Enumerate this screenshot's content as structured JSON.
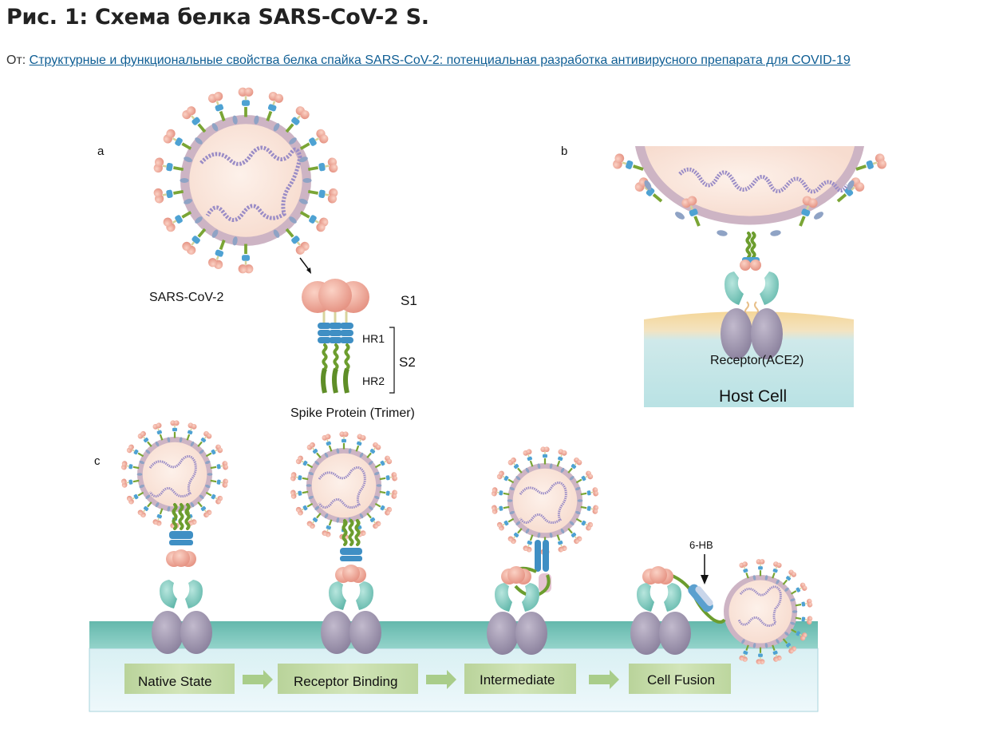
{
  "header": {
    "title": "Рис. 1: Схема белка SARS-CoV-2 S.",
    "source_prefix": "От:",
    "source_link": "Структурные и функциональные свойства белка спайка SARS-CoV-2: потенциальная разработка антивирусного препарата для COVID-19"
  },
  "figure": {
    "panel_a": {
      "label": "a",
      "virus_label": "SARS-CoV-2",
      "s1_label": "S1",
      "s2_label": "S2",
      "hr1_label": "HR1",
      "hr2_label": "HR2",
      "spike_label": "Spike Protein (Trimer)"
    },
    "panel_b": {
      "label": "b",
      "receptor_label": "Receptor(ACE2)",
      "host_label": "Host Cell"
    },
    "panel_c": {
      "label": "c",
      "hb_label": "6-HB",
      "stages": [
        "Native State",
        "Receptor Binding",
        "Intermediate",
        "Cell Fusion"
      ]
    }
  },
  "colors": {
    "membrane": "#c9b3c2",
    "capsid": "#fbe6dc",
    "rna": "#8f8ec4",
    "s1_head": "#eda394",
    "hr1": "#3f8fc4",
    "hr2": "#6b9a2b",
    "ace2_top": "#7fcbc0",
    "ace2_base": "#9c92ac",
    "host_top": "#f4d79a",
    "host_body": "#bde4e6",
    "cell_membrane": "#6dbfb3",
    "stage_box": "#c6dca8",
    "arrow": "#a9cd8a"
  }
}
